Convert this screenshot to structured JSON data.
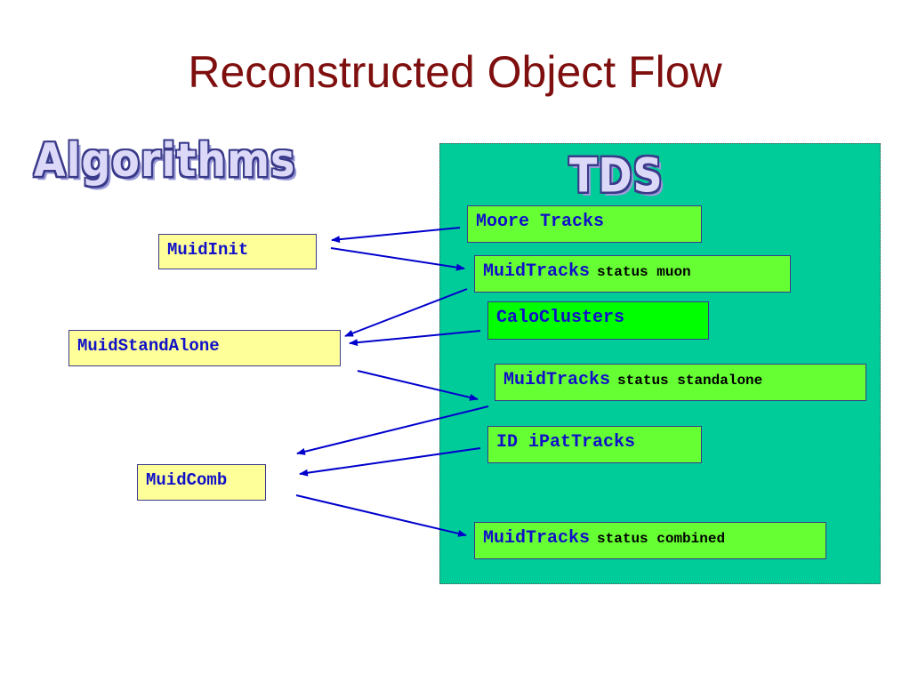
{
  "title": "Reconstructed Object Flow",
  "labels": {
    "algorithms": "Algorithms",
    "tds": "TDS"
  },
  "algorithms": {
    "muid_init": "MuidInit",
    "muid_standalone": "MuidStandAlone",
    "muid_comb": "MuidComb"
  },
  "tds_objects": {
    "moore_tracks": "Moore Tracks",
    "muid_tracks_muon": {
      "name": "MuidTracks",
      "status": "status muon"
    },
    "calo_clusters": "CaloClusters",
    "muid_tracks_standalone": {
      "name": "MuidTracks",
      "status": "status standalone"
    },
    "id_ipat_tracks": "ID iPatTracks",
    "muid_tracks_combined": {
      "name": "MuidTracks",
      "status": "status combined"
    }
  },
  "colors": {
    "title": "#7f0f0f",
    "tds_background": "#00cc99",
    "algorithm_box": "#ffff99",
    "object_box": "#66ff33",
    "calo_box": "#00ff00",
    "arrow": "#0000cc"
  }
}
